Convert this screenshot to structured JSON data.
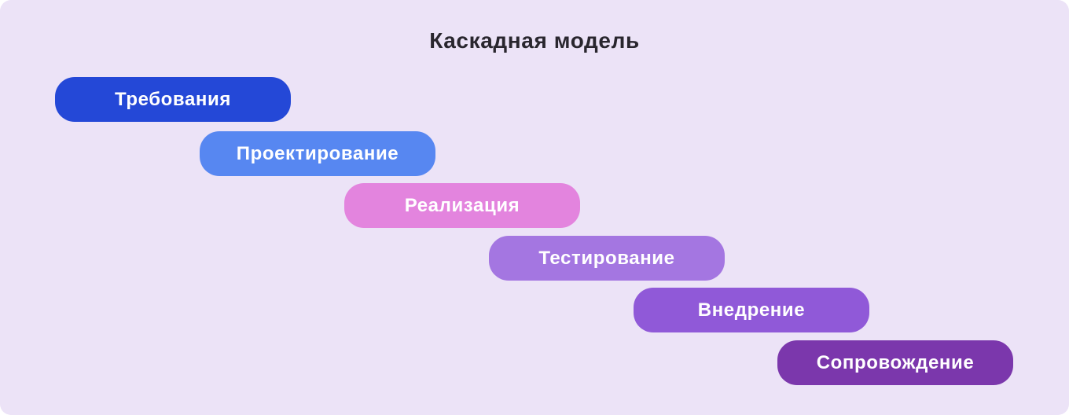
{
  "title": "Каскадная модель",
  "canvas": {
    "background": "#ece3f7",
    "title_color": "#29262e",
    "stage_text_color": "#ffffff"
  },
  "stages": [
    {
      "label": "Требования",
      "color": "#2448d7"
    },
    {
      "label": "Проектирование",
      "color": "#5787f1"
    },
    {
      "label": "Реализация",
      "color": "#e384de"
    },
    {
      "label": "Тестирование",
      "color": "#a476e1"
    },
    {
      "label": "Внедрение",
      "color": "#9059d8"
    },
    {
      "label": "Сопровождение",
      "color": "#7b37ac"
    }
  ]
}
